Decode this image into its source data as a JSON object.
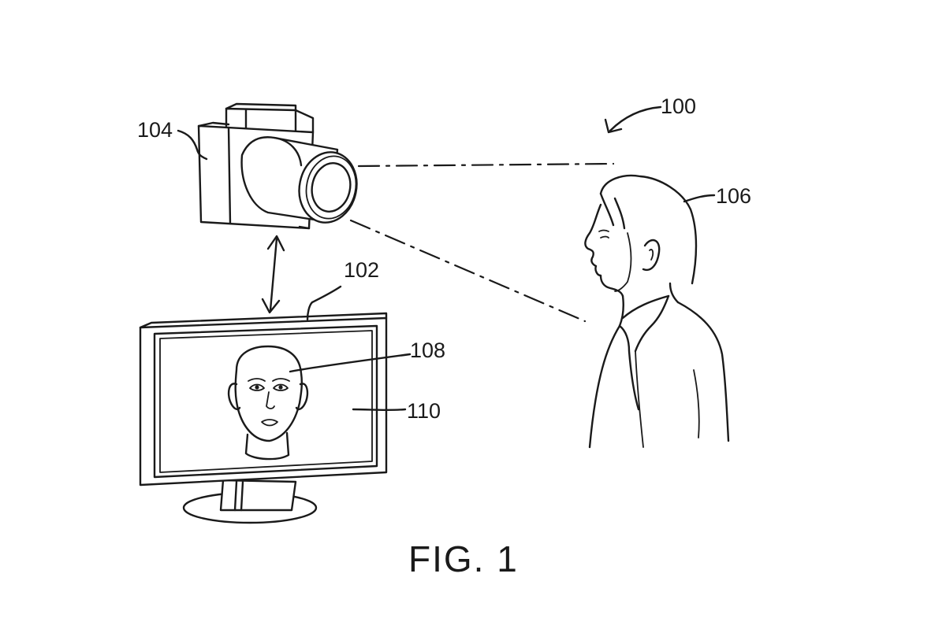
{
  "labels": {
    "system": "100",
    "display": "102",
    "camera": "104",
    "person": "106",
    "avatar": "108",
    "screen": "110"
  },
  "caption": "FIG. 1",
  "colors": {
    "line": "#1a1a1a",
    "background": "#ffffff"
  }
}
